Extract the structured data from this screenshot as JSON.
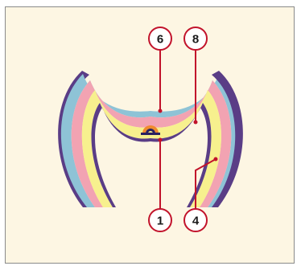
{
  "diagram": {
    "callouts": [
      {
        "id": "c6",
        "label": "6"
      },
      {
        "id": "c8",
        "label": "8"
      },
      {
        "id": "c1",
        "label": "1"
      },
      {
        "id": "c4",
        "label": "4"
      }
    ],
    "colors": {
      "background": "#fdf6e3",
      "blue_layer": "#8ec3d6",
      "pink_layer": "#f2a3b2",
      "yellow_layer": "#f7f08e",
      "outline": "#5a3d86",
      "leader": "#c2132b",
      "notochord_core": "#2a2060",
      "notochord_ring": "#f08a2e"
    }
  }
}
